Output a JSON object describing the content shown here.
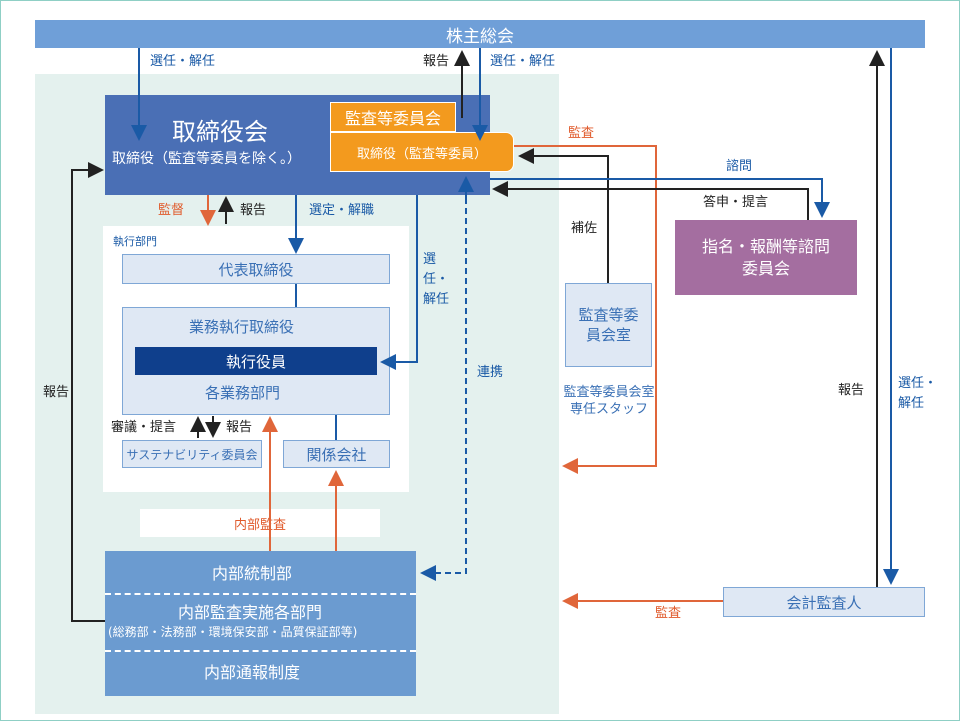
{
  "shareholders": "株主総会",
  "board": {
    "title": "取締役会",
    "subtitle": "取締役（監査等委員を除く。）"
  },
  "audit_committee": {
    "title": "監査等委員会",
    "member": "取締役（監査等委員）"
  },
  "exec": {
    "section_label": "執行部門",
    "rep_director": "代表取締役",
    "exec_director": "業務執行取締役",
    "officers": "執行役員",
    "departments": "各業務部門",
    "sustainability": "サステナビリティ委員会",
    "affiliates": "関係会社"
  },
  "committee_office": {
    "title": "監査等委員会室",
    "staff": "監査等委員会室専任スタッフ"
  },
  "nomination": {
    "title": "指名・報酬等諮問委員会"
  },
  "internal": {
    "control": "内部統制部",
    "audit_dept": "内部監査実施各部門",
    "audit_dept_sub": "(総務部・法務部・環境保安部・品質保証部等)",
    "whistle": "内部通報制度",
    "audit_label": "内部監査"
  },
  "accounting_auditor": "会計監査人",
  "labels": {
    "elect_dismiss": "選任・解任",
    "report": "報告",
    "audit": "監査",
    "supervise": "監督",
    "select_dismiss": "選定・解職",
    "deliberate": "審議・提言",
    "consult": "諮問",
    "answer": "答申・提言",
    "assist": "補佐",
    "cooperate": "連携"
  },
  "colors": {
    "shareholders": "#6f9fd8",
    "board": "#4a6fb5",
    "audit_committee": "#f39a1e",
    "officers": "#0f3f8c",
    "nomination": "#a46ea0",
    "internal": "#6b9bd0",
    "bg": "#e4f1ee",
    "arrow_blue": "#1a5aa6",
    "arrow_orange": "#e0663a",
    "arrow_black": "#222222"
  }
}
